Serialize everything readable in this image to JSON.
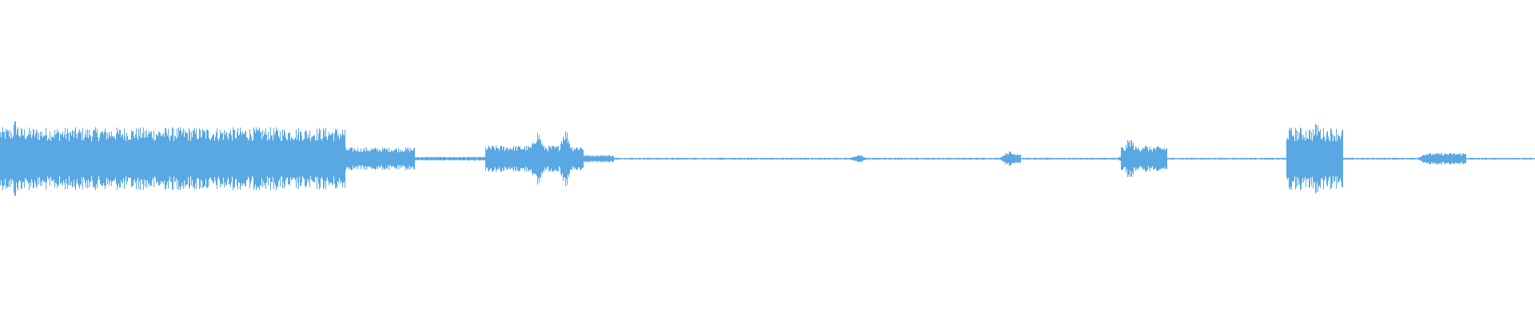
{
  "waveform": {
    "color": "#5aa8e3",
    "segments": [
      {
        "start": 0.0,
        "end": 0.225,
        "level": 0.33
      },
      {
        "start": 0.225,
        "end": 0.27,
        "level": 0.12
      },
      {
        "start": 0.27,
        "end": 0.316,
        "level": 0.02
      },
      {
        "start": 0.316,
        "end": 0.38,
        "level": 0.14
      },
      {
        "start": 0.38,
        "end": 0.4,
        "level": 0.04
      },
      {
        "start": 0.4,
        "end": 0.655,
        "level": 0.01
      },
      {
        "start": 0.655,
        "end": 0.665,
        "level": 0.06
      },
      {
        "start": 0.665,
        "end": 0.73,
        "level": 0.01
      },
      {
        "start": 0.73,
        "end": 0.76,
        "level": 0.13
      },
      {
        "start": 0.76,
        "end": 0.838,
        "level": 0.01
      },
      {
        "start": 0.838,
        "end": 0.875,
        "level": 0.33
      },
      {
        "start": 0.875,
        "end": 0.928,
        "level": 0.01
      },
      {
        "start": 0.928,
        "end": 0.955,
        "level": 0.06
      },
      {
        "start": 0.955,
        "end": 1.0,
        "level": 0.01
      }
    ],
    "peaks": [
      {
        "pos": 0.01,
        "level": 0.42
      },
      {
        "pos": 0.033,
        "level": 0.34
      },
      {
        "pos": 0.148,
        "level": 0.32
      },
      {
        "pos": 0.158,
        "level": 0.28
      },
      {
        "pos": 0.35,
        "level": 0.3
      },
      {
        "pos": 0.368,
        "level": 0.32
      },
      {
        "pos": 0.559,
        "level": 0.04
      },
      {
        "pos": 0.657,
        "level": 0.08
      },
      {
        "pos": 0.736,
        "level": 0.22
      },
      {
        "pos": 0.745,
        "level": 0.16
      },
      {
        "pos": 0.858,
        "level": 0.4
      },
      {
        "pos": 0.929,
        "level": 0.06
      }
    ]
  }
}
